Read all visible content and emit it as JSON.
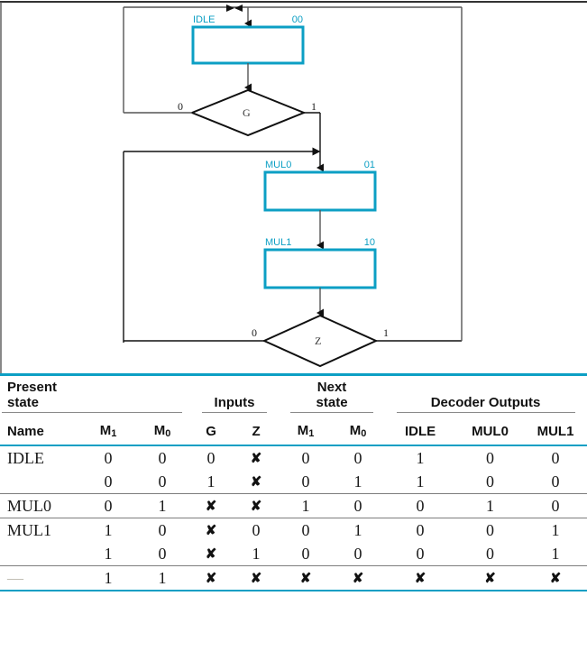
{
  "diagram": {
    "type": "asm-chart",
    "accent_color": "#0c9fc4",
    "line_color": "#333333",
    "states": [
      {
        "name": "IDLE",
        "code": "00"
      },
      {
        "name": "MUL0",
        "code": "01"
      },
      {
        "name": "MUL1",
        "code": "10"
      }
    ],
    "decisions": [
      {
        "name": "G",
        "false_label": "0",
        "true_label": "1"
      },
      {
        "name": "Z",
        "false_label": "0",
        "true_label": "1"
      }
    ]
  },
  "table": {
    "group_headers": [
      {
        "label": "Present\nstate",
        "line1": "Present",
        "line2": "state"
      },
      {
        "label": "Inputs",
        "line1": "Inputs",
        "line2": ""
      },
      {
        "label": "Next\nstate",
        "line1": "Next",
        "line2": "state"
      },
      {
        "label": "Decoder Outputs",
        "line1": "Decoder Outputs",
        "line2": ""
      }
    ],
    "columns": [
      {
        "label": "Name",
        "sub": ""
      },
      {
        "label": "M",
        "sub": "1"
      },
      {
        "label": "M",
        "sub": "0"
      },
      {
        "label": "G",
        "sub": ""
      },
      {
        "label": "Z",
        "sub": ""
      },
      {
        "label": "M",
        "sub": "1"
      },
      {
        "label": "M",
        "sub": "0"
      },
      {
        "label": "IDLE",
        "sub": ""
      },
      {
        "label": "MUL0",
        "sub": ""
      },
      {
        "label": "MUL1",
        "sub": ""
      }
    ],
    "rows": [
      {
        "name": "IDLE",
        "m1": "0",
        "m0": "0",
        "g": "0",
        "z": "✘",
        "nm1": "0",
        "nm0": "0",
        "idle": "1",
        "mul0": "0",
        "mul1": "0"
      },
      {
        "name": "",
        "m1": "0",
        "m0": "0",
        "g": "1",
        "z": "✘",
        "nm1": "0",
        "nm0": "1",
        "idle": "1",
        "mul0": "0",
        "mul1": "0"
      },
      {
        "name": "MUL0",
        "m1": "0",
        "m0": "1",
        "g": "✘",
        "z": "✘",
        "nm1": "1",
        "nm0": "0",
        "idle": "0",
        "mul0": "1",
        "mul1": "0"
      },
      {
        "name": "MUL1",
        "m1": "1",
        "m0": "0",
        "g": "✘",
        "z": "0",
        "nm1": "0",
        "nm0": "1",
        "idle": "0",
        "mul0": "0",
        "mul1": "1"
      },
      {
        "name": "",
        "m1": "1",
        "m0": "0",
        "g": "✘",
        "z": "1",
        "nm1": "0",
        "nm0": "0",
        "idle": "0",
        "mul0": "0",
        "mul1": "1"
      },
      {
        "name": "—",
        "m1": "1",
        "m0": "1",
        "g": "✘",
        "z": "✘",
        "nm1": "✘",
        "nm0": "✘",
        "idle": "✘",
        "mul0": "✘",
        "mul1": "✘"
      }
    ],
    "group_breaks": [
      2,
      3,
      5
    ]
  }
}
